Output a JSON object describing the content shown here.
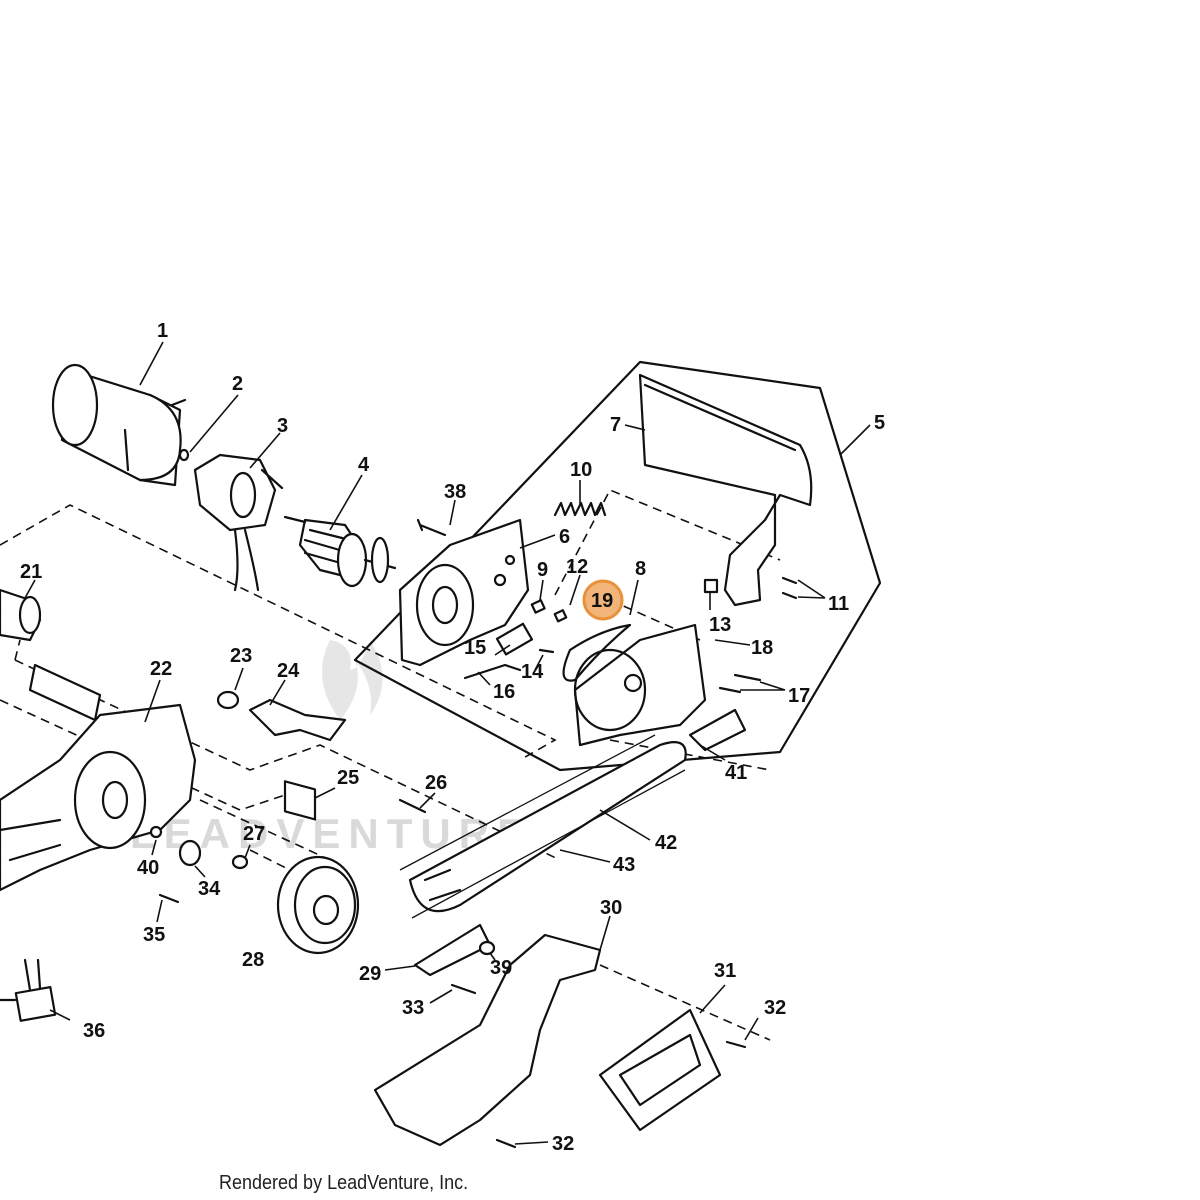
{
  "diagram": {
    "footer": "Rendered by LeadVenture, Inc.",
    "watermark": "LEADVENTURE",
    "highlight_color": "#e8913a",
    "highlighted_part": "19",
    "part_labels": [
      "1",
      "2",
      "3",
      "4",
      "5",
      "6",
      "7",
      "8",
      "9",
      "10",
      "11",
      "12",
      "13",
      "14",
      "15",
      "16",
      "17",
      "18",
      "19",
      "21",
      "22",
      "23",
      "24",
      "25",
      "26",
      "27",
      "28",
      "29",
      "30",
      "31",
      "32",
      "32",
      "33",
      "34",
      "35",
      "36",
      "38",
      "39",
      "40",
      "41",
      "42",
      "43"
    ]
  }
}
